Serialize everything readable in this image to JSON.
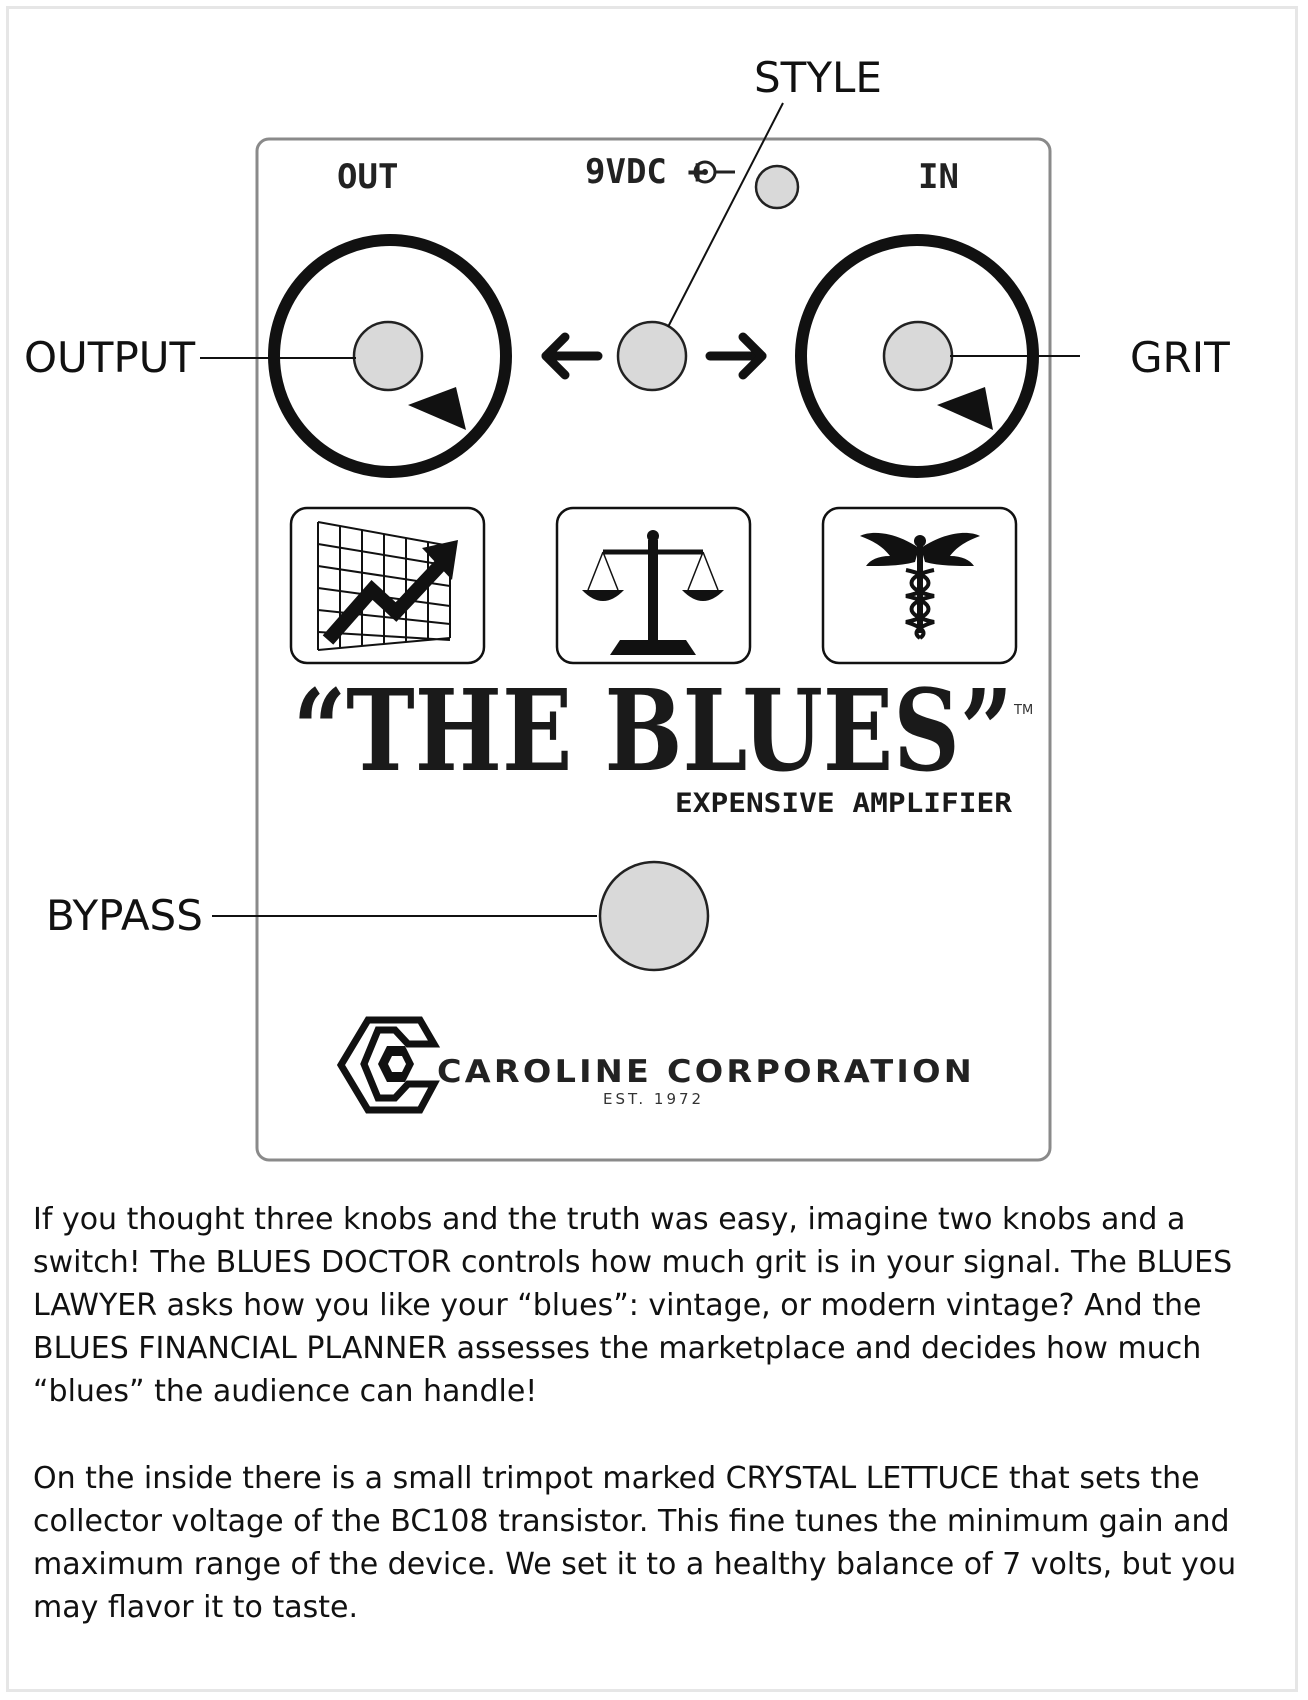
{
  "callouts": {
    "style": "STYLE",
    "output": "OUTPUT",
    "grit": "GRIT",
    "bypass": "BYPASS"
  },
  "panel": {
    "out_jack": "OUT",
    "power": "9VDC +",
    "in_jack": "IN"
  },
  "icons": [
    "growth-chart-icon",
    "scales-of-justice-icon",
    "caduceus-icon"
  ],
  "product": {
    "name": "“THE BLUES”",
    "trademark": "TM",
    "subtitle": "EXPENSIVE AMPLIFIER"
  },
  "brand": {
    "name": "CAROLINE CORPORATION",
    "est": "EST. 1972"
  },
  "description": {
    "paragraph1": "If you thought three knobs and the truth was easy, imagine two knobs and a switch! The BLUES DOCTOR controls how much grit is in your signal. The BLUES LAWYER asks how you like your “blues”: vintage, or modern vintage? And the BLUES FINANCIAL PLANNER assesses the marketplace and decides how much “blues” the audience can handle!",
    "paragraph2": "On the inside there is a small trimpot marked CRYSTAL LETTUCE that sets the collector voltage of the BC108 transistor. This fine tunes the minimum gain and maximum range of the device. We set it to a healthy balance of 7 volts, but you may flavor it to taste."
  },
  "colors": {
    "knob_fill": "#d9d9d9",
    "ink": "#111111",
    "enclosure_border": "#8a8a8a"
  }
}
